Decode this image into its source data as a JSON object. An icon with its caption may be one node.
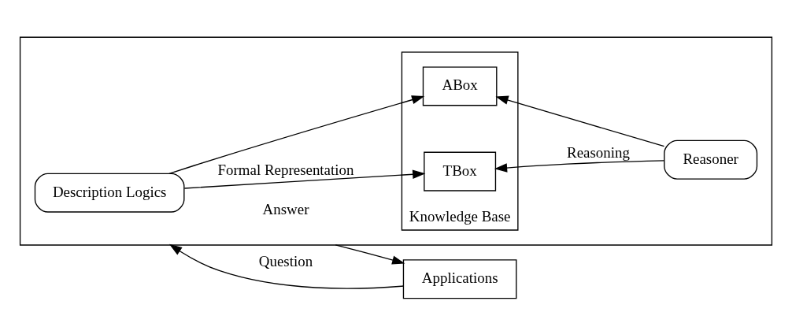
{
  "diagram": {
    "nodes": [
      {
        "text": [],
        "shape": "box"
      },
      {
        "text": [
          "Description Logics"
        ],
        "in": 0
      },
      {
        "text": [
          "Knowledge Base"
        ],
        "in": 0
      },
      {
        "text": [
          "TBox"
        ],
        "in": 2
      },
      {
        "text": [
          "ABox"
        ],
        "in": 2
      },
      {
        "text": [
          "Reasoner"
        ],
        "in": 0
      },
      {
        "text": [
          "Applications"
        ]
      }
    ],
    "edges": [
      {
        "from": 1,
        "to": 3,
        "arrow": "to",
        "label": "Formal Representation"
      },
      {
        "from": 1,
        "to": 4,
        "arrow": "to"
      },
      {
        "from": 5,
        "to": 3,
        "arrow": "to",
        "label": "Reasoning"
      },
      {
        "from": 5,
        "to": 4,
        "arrow": "to"
      },
      {
        "from": 0,
        "to": 6,
        "arrow": "to",
        "label": "Answer"
      },
      {
        "from": 6,
        "to": 0,
        "arrow": "to",
        "label": "Question"
      }
    ]
  }
}
